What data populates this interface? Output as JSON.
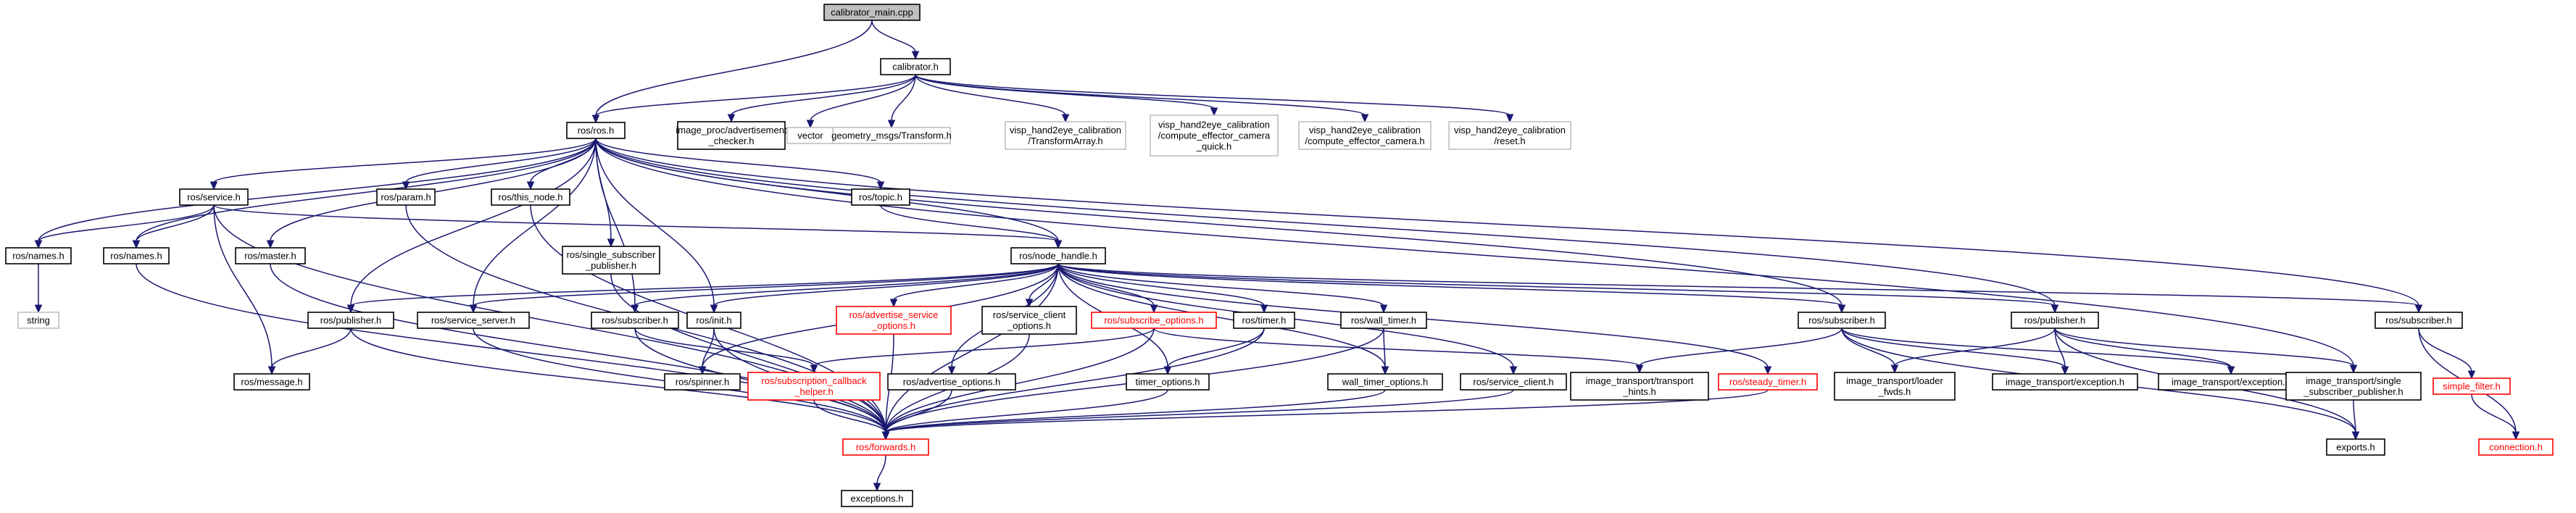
{
  "title": "calibrator_main.cpp",
  "nodes": [
    {
      "id": "calibrator_main",
      "lines": [
        "calibrator_main.cpp"
      ],
      "kind": "root"
    },
    {
      "id": "calibrator",
      "lines": [
        "calibrator.h"
      ],
      "kind": "normal"
    },
    {
      "id": "ros_ros",
      "lines": [
        "ros/ros.h"
      ],
      "kind": "normal"
    },
    {
      "id": "adv_checker",
      "lines": [
        "image_proc/advertisement",
        "_checker.h"
      ],
      "kind": "normal"
    },
    {
      "id": "vector",
      "lines": [
        "vector"
      ],
      "kind": "missing"
    },
    {
      "id": "geom",
      "lines": [
        "geometry_msgs/Transform.h"
      ],
      "kind": "missing"
    },
    {
      "id": "visp_ta",
      "lines": [
        "visp_hand2eye_calibration",
        "/TransformArray.h"
      ],
      "kind": "missing"
    },
    {
      "id": "visp_ceq",
      "lines": [
        "visp_hand2eye_calibration",
        "/compute_effector_camera",
        "_quick.h"
      ],
      "kind": "missing"
    },
    {
      "id": "visp_ce",
      "lines": [
        "visp_hand2eye_calibration",
        "/compute_effector_camera.h"
      ],
      "kind": "missing"
    },
    {
      "id": "visp_reset",
      "lines": [
        "visp_hand2eye_calibration",
        "/reset.h"
      ],
      "kind": "missing"
    },
    {
      "id": "ros_service",
      "lines": [
        "ros/service.h"
      ],
      "kind": "normal"
    },
    {
      "id": "ros_param",
      "lines": [
        "ros/param.h"
      ],
      "kind": "normal"
    },
    {
      "id": "ros_this_node",
      "lines": [
        "ros/this_node.h"
      ],
      "kind": "normal"
    },
    {
      "id": "ros_topic",
      "lines": [
        "ros/topic.h"
      ],
      "kind": "normal"
    },
    {
      "id": "ros_names1",
      "lines": [
        "ros/names.h"
      ],
      "kind": "normal"
    },
    {
      "id": "ros_names2",
      "lines": [
        "ros/names.h"
      ],
      "kind": "normal"
    },
    {
      "id": "ros_master",
      "lines": [
        "ros/master.h"
      ],
      "kind": "normal"
    },
    {
      "id": "ros_single_sub_pub",
      "lines": [
        "ros/single_subscriber",
        "_publisher.h"
      ],
      "kind": "normal"
    },
    {
      "id": "ros_node_handle",
      "lines": [
        "ros/node_handle.h"
      ],
      "kind": "normal"
    },
    {
      "id": "string",
      "lines": [
        "string"
      ],
      "kind": "missing"
    },
    {
      "id": "ros_publisher",
      "lines": [
        "ros/publisher.h"
      ],
      "kind": "normal"
    },
    {
      "id": "ros_service_server",
      "lines": [
        "ros/service_server.h"
      ],
      "kind": "normal"
    },
    {
      "id": "ros_subscriber",
      "lines": [
        "ros/subscriber.h"
      ],
      "kind": "normal"
    },
    {
      "id": "ros_init",
      "lines": [
        "ros/init.h"
      ],
      "kind": "normal"
    },
    {
      "id": "ros_adv_srv_opt",
      "lines": [
        "ros/advertise_service",
        "_options.h"
      ],
      "kind": "truncated"
    },
    {
      "id": "ros_srv_client_opt",
      "lines": [
        "ros/service_client",
        "_options.h"
      ],
      "kind": "normal"
    },
    {
      "id": "ros_sub_opt",
      "lines": [
        "ros/subscribe_options.h"
      ],
      "kind": "truncated"
    },
    {
      "id": "ros_timer",
      "lines": [
        "ros/timer.h"
      ],
      "kind": "normal"
    },
    {
      "id": "ros_wall_timer",
      "lines": [
        "ros/wall_timer.h"
      ],
      "kind": "normal"
    },
    {
      "id": "it_subscriber",
      "lines": [
        "ros/subscriber.h"
      ],
      "kind": "normal"
    },
    {
      "id": "it_publisher",
      "lines": [
        "ros/publisher.h"
      ],
      "kind": "normal"
    },
    {
      "id": "mf_subscriber",
      "lines": [
        "ros/subscriber.h"
      ],
      "kind": "normal"
    },
    {
      "id": "ros_message",
      "lines": [
        "ros/message.h"
      ],
      "kind": "normal"
    },
    {
      "id": "ros_spinner",
      "lines": [
        "ros/spinner.h"
      ],
      "kind": "normal"
    },
    {
      "id": "ros_sub_cb_helper",
      "lines": [
        "ros/subscription_callback",
        "_helper.h"
      ],
      "kind": "truncated"
    },
    {
      "id": "ros_adv_opt",
      "lines": [
        "ros/advertise_options.h"
      ],
      "kind": "normal"
    },
    {
      "id": "timer_options",
      "lines": [
        "timer_options.h"
      ],
      "kind": "normal"
    },
    {
      "id": "wall_timer_options",
      "lines": [
        "wall_timer_options.h"
      ],
      "kind": "normal"
    },
    {
      "id": "ros_service_client",
      "lines": [
        "ros/service_client.h"
      ],
      "kind": "normal"
    },
    {
      "id": "it_transport_hints",
      "lines": [
        "image_transport/transport",
        "_hints.h"
      ],
      "kind": "normal"
    },
    {
      "id": "ros_steady_timer",
      "lines": [
        "ros/steady_timer.h"
      ],
      "kind": "truncated"
    },
    {
      "id": "it_loader_fwds",
      "lines": [
        "image_transport/loader",
        "_fwds.h"
      ],
      "kind": "normal"
    },
    {
      "id": "it_exception1",
      "lines": [
        "image_transport/exception.h"
      ],
      "kind": "normal"
    },
    {
      "id": "it_exception2",
      "lines": [
        "image_transport/exception.h"
      ],
      "kind": "normal"
    },
    {
      "id": "it_single_sub_pub",
      "lines": [
        "image_transport/single",
        "_subscriber_publisher.h"
      ],
      "kind": "normal"
    },
    {
      "id": "simple_filter",
      "lines": [
        "simple_filter.h"
      ],
      "kind": "truncated"
    },
    {
      "id": "ros_forwards",
      "lines": [
        "ros/forwards.h"
      ],
      "kind": "truncated"
    },
    {
      "id": "exports",
      "lines": [
        "exports.h"
      ],
      "kind": "normal"
    },
    {
      "id": "connection",
      "lines": [
        "connection.h"
      ],
      "kind": "truncated"
    },
    {
      "id": "exceptions",
      "lines": [
        "exceptions.h"
      ],
      "kind": "normal"
    }
  ],
  "edges": [
    [
      "calibrator_main",
      "calibrator"
    ],
    [
      "calibrator_main",
      "ros_ros"
    ],
    [
      "calibrator",
      "ros_ros"
    ],
    [
      "calibrator",
      "adv_checker"
    ],
    [
      "calibrator",
      "vector"
    ],
    [
      "calibrator",
      "geom"
    ],
    [
      "calibrator",
      "visp_ta"
    ],
    [
      "calibrator",
      "visp_ceq"
    ],
    [
      "calibrator",
      "visp_ce"
    ],
    [
      "calibrator",
      "visp_reset"
    ],
    [
      "ros_ros",
      "ros_service"
    ],
    [
      "ros_ros",
      "ros_param"
    ],
    [
      "ros_ros",
      "ros_this_node"
    ],
    [
      "ros_ros",
      "ros_topic"
    ],
    [
      "ros_ros",
      "ros_names1"
    ],
    [
      "ros_ros",
      "ros_names2"
    ],
    [
      "ros_ros",
      "ros_master"
    ],
    [
      "ros_ros",
      "ros_single_sub_pub"
    ],
    [
      "ros_ros",
      "ros_node_handle"
    ],
    [
      "ros_ros",
      "ros_publisher"
    ],
    [
      "ros_ros",
      "ros_service_server"
    ],
    [
      "ros_ros",
      "ros_subscriber"
    ],
    [
      "ros_ros",
      "ros_init"
    ],
    [
      "ros_ros",
      "it_subscriber"
    ],
    [
      "ros_ros",
      "it_publisher"
    ],
    [
      "ros_ros",
      "mf_subscriber"
    ],
    [
      "ros_ros",
      "it_single_sub_pub"
    ],
    [
      "ros_service",
      "ros_names1"
    ],
    [
      "ros_service",
      "ros_names2"
    ],
    [
      "ros_service",
      "ros_node_handle"
    ],
    [
      "ros_service",
      "ros_message"
    ],
    [
      "ros_service",
      "ros_forwards"
    ],
    [
      "ros_param",
      "ros_forwards"
    ],
    [
      "ros_this_node",
      "ros_forwards"
    ],
    [
      "ros_topic",
      "ros_node_handle"
    ],
    [
      "ros_names1",
      "string"
    ],
    [
      "ros_names2",
      "ros_forwards"
    ],
    [
      "ros_master",
      "ros_forwards"
    ],
    [
      "ros_single_sub_pub",
      "ros_forwards"
    ],
    [
      "ros_node_handle",
      "ros_publisher"
    ],
    [
      "ros_node_handle",
      "ros_service_server"
    ],
    [
      "ros_node_handle",
      "ros_subscriber"
    ],
    [
      "ros_node_handle",
      "ros_init"
    ],
    [
      "ros_node_handle",
      "ros_adv_srv_opt"
    ],
    [
      "ros_node_handle",
      "ros_srv_client_opt"
    ],
    [
      "ros_node_handle",
      "ros_sub_opt"
    ],
    [
      "ros_node_handle",
      "ros_timer"
    ],
    [
      "ros_node_handle",
      "ros_wall_timer"
    ],
    [
      "ros_node_handle",
      "ros_spinner"
    ],
    [
      "ros_node_handle",
      "ros_adv_opt"
    ],
    [
      "ros_node_handle",
      "timer_options"
    ],
    [
      "ros_node_handle",
      "wall_timer_options"
    ],
    [
      "ros_node_handle",
      "ros_service_client"
    ],
    [
      "ros_node_handle",
      "ros_steady_timer"
    ],
    [
      "ros_node_handle",
      "ros_forwards"
    ],
    [
      "ros_node_handle",
      "it_subscriber"
    ],
    [
      "ros_node_handle",
      "it_publisher"
    ],
    [
      "ros_node_handle",
      "mf_subscriber"
    ],
    [
      "ros_publisher",
      "ros_message"
    ],
    [
      "ros_publisher",
      "ros_forwards"
    ],
    [
      "ros_service_server",
      "ros_forwards"
    ],
    [
      "ros_subscriber",
      "ros_sub_cb_helper"
    ],
    [
      "ros_subscriber",
      "ros_forwards"
    ],
    [
      "ros_init",
      "ros_spinner"
    ],
    [
      "ros_init",
      "ros_forwards"
    ],
    [
      "ros_adv_srv_opt",
      "ros_forwards"
    ],
    [
      "ros_srv_client_opt",
      "ros_forwards"
    ],
    [
      "ros_sub_opt",
      "ros_sub_cb_helper"
    ],
    [
      "ros_sub_opt",
      "ros_forwards"
    ],
    [
      "ros_sub_opt",
      "it_transport_hints"
    ],
    [
      "ros_timer",
      "timer_options"
    ],
    [
      "ros_timer",
      "ros_forwards"
    ],
    [
      "ros_wall_timer",
      "wall_timer_options"
    ],
    [
      "ros_wall_timer",
      "ros_forwards"
    ],
    [
      "ros_sub_cb_helper",
      "ros_forwards"
    ],
    [
      "ros_adv_opt",
      "ros_forwards"
    ],
    [
      "timer_options",
      "ros_forwards"
    ],
    [
      "wall_timer_options",
      "ros_forwards"
    ],
    [
      "ros_service_client",
      "ros_forwards"
    ],
    [
      "ros_steady_timer",
      "ros_forwards"
    ],
    [
      "ros_forwards",
      "exceptions"
    ],
    [
      "it_subscriber",
      "it_transport_hints"
    ],
    [
      "it_subscriber",
      "it_loader_fwds"
    ],
    [
      "it_subscriber",
      "it_exception1"
    ],
    [
      "it_subscriber",
      "it_exception2"
    ],
    [
      "it_subscriber",
      "exports"
    ],
    [
      "it_publisher",
      "it_loader_fwds"
    ],
    [
      "it_publisher",
      "it_exception1"
    ],
    [
      "it_publisher",
      "it_exception2"
    ],
    [
      "it_publisher",
      "it_single_sub_pub"
    ],
    [
      "it_publisher",
      "exports"
    ],
    [
      "it_single_sub_pub",
      "exports"
    ],
    [
      "mf_subscriber",
      "simple_filter"
    ],
    [
      "mf_subscriber",
      "connection"
    ],
    [
      "simple_filter",
      "connection"
    ]
  ]
}
